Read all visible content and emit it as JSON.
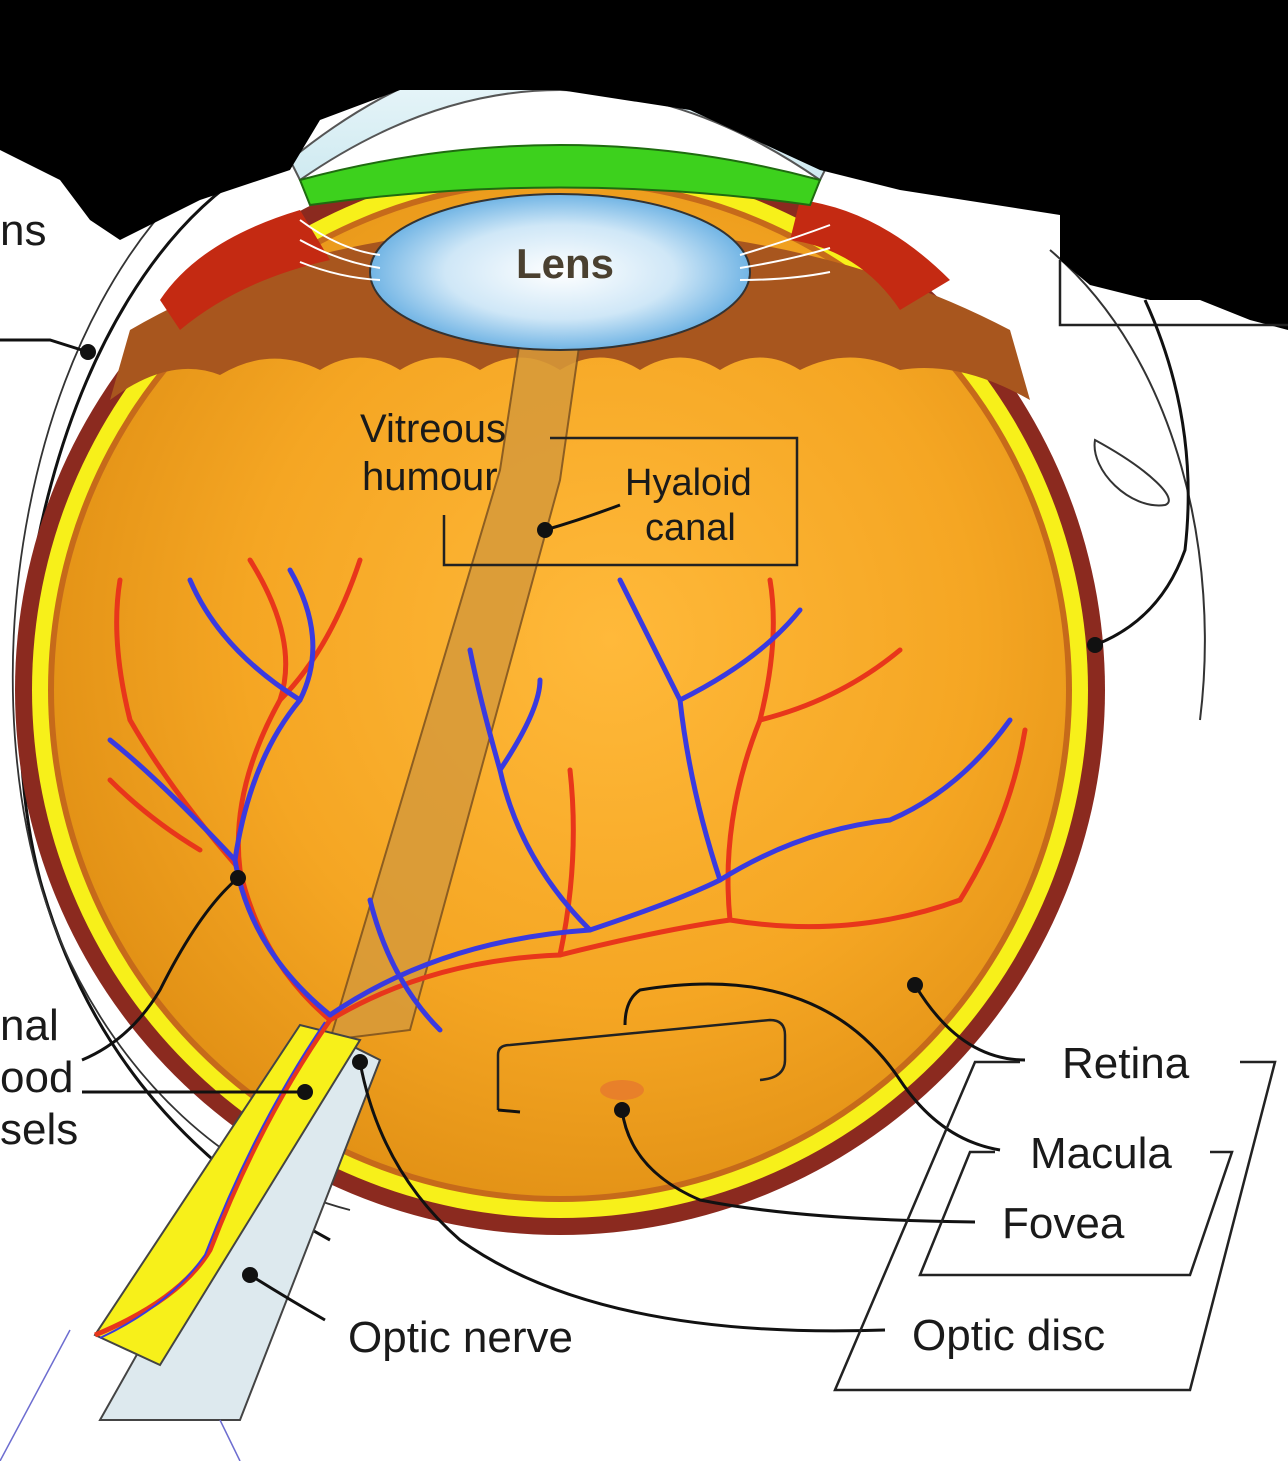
{
  "diagram": {
    "labels": {
      "lens": "Lens",
      "vitreous_humour_line1": "Vitreous",
      "vitreous_humour_line2": "humour",
      "hyaloid_canal_line1": "Hyaloid",
      "hyaloid_canal_line2": "canal",
      "retina": "Retina",
      "macula": "Macula",
      "fovea": "Fovea",
      "optic_disc": "Optic disc",
      "optic_nerve": "Optic nerve",
      "partial_ns": "ns",
      "partial_nal": "nal",
      "partial_ood": "ood",
      "partial_sels": "sels"
    },
    "colors": {
      "vitreous": "#f5a623",
      "retina_yellow": "#f7f01a",
      "choroid": "#8b2a1f",
      "ciliary_green": "#3dd11d",
      "artery_red": "#e8361b",
      "vein_blue": "#3a3ae0",
      "lens_blue": "#6fb6e6",
      "redaction": "#000000"
    }
  }
}
